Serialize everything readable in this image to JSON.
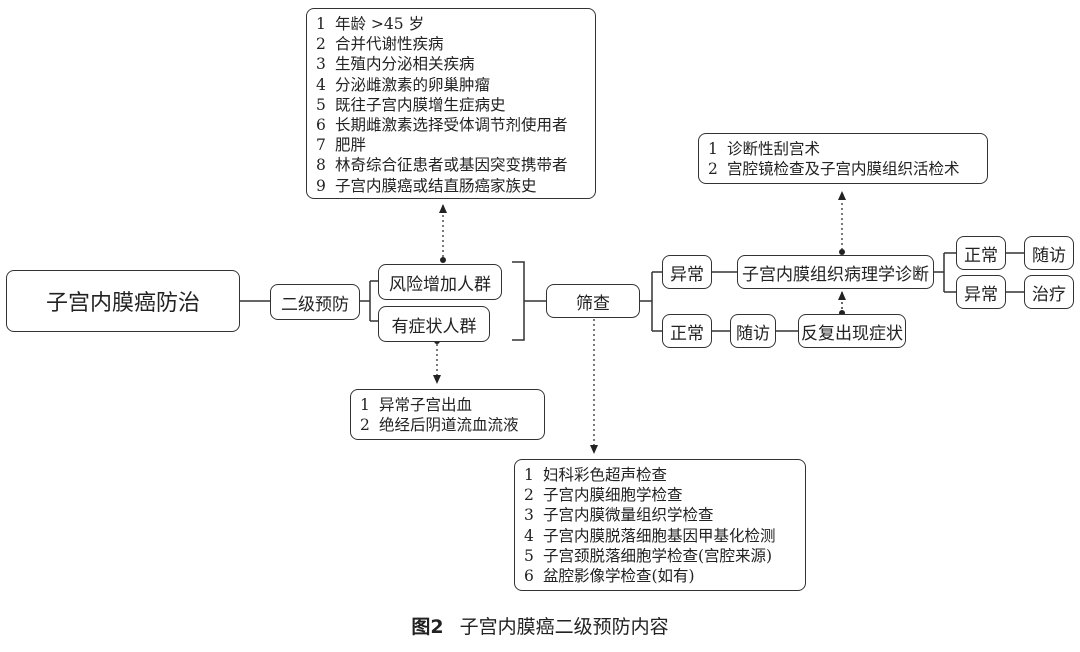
{
  "diagram": {
    "root": "子宫内膜癌防治",
    "secondary": "二级预防",
    "risk_group": "风险增加人群",
    "symptom_group": "有症状人群",
    "screening": "筛查",
    "abnormal": "异常",
    "normal": "正常",
    "pathology": "子宫内膜组织病理学诊断",
    "followup": "随访",
    "recurrence": "反复出现症状",
    "result_normal": "正常",
    "result_abnormal": "异常",
    "result_followup": "随访",
    "treatment": "治疗",
    "risk_factors": [
      {
        "num": "1",
        "text": "年龄 >45 岁"
      },
      {
        "num": "2",
        "text": "合并代谢性疾病"
      },
      {
        "num": "3",
        "text": "生殖内分泌相关疾病"
      },
      {
        "num": "4",
        "text": "分泌雌激素的卵巢肿瘤"
      },
      {
        "num": "5",
        "text": "既往子宫内膜增生症病史"
      },
      {
        "num": "6",
        "text": "长期雌激素选择受体调节剂使用者"
      },
      {
        "num": "7",
        "text": "肥胖"
      },
      {
        "num": "8",
        "text": "林奇综合征患者或基因突变携带者"
      },
      {
        "num": "9",
        "text": "子宫内膜癌或结直肠癌家族史"
      }
    ],
    "symptoms": [
      {
        "num": "1",
        "text": "异常子宫出血"
      },
      {
        "num": "2",
        "text": "绝经后阴道流血流液"
      }
    ],
    "screening_methods": [
      {
        "num": "1",
        "text": "妇科彩色超声检查"
      },
      {
        "num": "2",
        "text": "子宫内膜细胞学检查"
      },
      {
        "num": "3",
        "text": "子宫内膜微量组织学检查"
      },
      {
        "num": "4",
        "text": "子宫内膜脱落细胞基因甲基化检测"
      },
      {
        "num": "5",
        "text": "子宫颈脱落细胞学检查(宫腔来源)"
      },
      {
        "num": "6",
        "text": "盆腔影像学检查(如有)"
      }
    ],
    "diagnosis_methods": [
      {
        "num": "1",
        "text": "诊断性刮宫术"
      },
      {
        "num": "2",
        "text": "宫腔镜检查及子宫内膜组织活检术"
      }
    ]
  },
  "caption": {
    "label": "图2",
    "text": "子宫内膜癌二级预防内容"
  }
}
